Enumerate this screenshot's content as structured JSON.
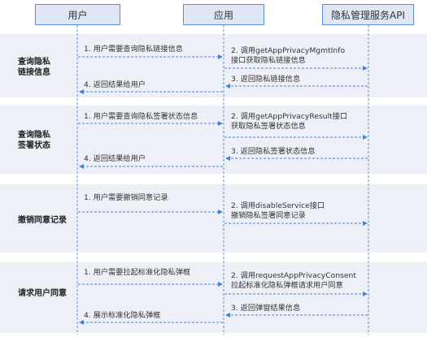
{
  "participants": {
    "user": "用户",
    "app": "应用",
    "api": "隐私管理服务API"
  },
  "sections": [
    {
      "label_lines": [
        "查询隐私",
        "链接信息"
      ],
      "messages": [
        {
          "lines": [
            "1. 用户需要查询隐私链接信息"
          ]
        },
        {
          "lines": [
            "2. 调用getAppPrivacyMgmtInfo",
            "接口获取隐私链接信息"
          ]
        },
        {
          "lines": [
            "3. 返回隐私链接信息"
          ]
        },
        {
          "lines": [
            "4. 返回结果给用户"
          ]
        }
      ]
    },
    {
      "label_lines": [
        "查询隐私",
        "签署状态"
      ],
      "messages": [
        {
          "lines": [
            "1. 用户需要查询隐私签署状态信息"
          ]
        },
        {
          "lines": [
            "2. 调用getAppPrivacyResult接口",
            "获取隐私签署状态信息"
          ]
        },
        {
          "lines": [
            "3. 返回隐私签署状态信息"
          ]
        },
        {
          "lines": [
            "4. 返回结果给用户"
          ]
        }
      ]
    },
    {
      "label_lines": [
        "撤销同意记录"
      ],
      "messages": [
        {
          "lines": [
            "1. 用户需要撤销同意记录"
          ]
        },
        {
          "lines": [
            "2. 调用disableService接口",
            "撤销隐私签署同意记录"
          ]
        }
      ]
    },
    {
      "label_lines": [
        "请求用户同意"
      ],
      "messages": [
        {
          "lines": [
            "1. 用户需要拉起标准化隐私弹框"
          ]
        },
        {
          "lines": [
            "2. 调用requestAppPrivacyConsent",
            "拉起标准化隐私弹框请求用户同意"
          ]
        },
        {
          "lines": [
            "3. 返回弹窗结果信息"
          ]
        },
        {
          "lines": [
            "4. 展示标准化隐私弹框"
          ]
        }
      ]
    }
  ]
}
